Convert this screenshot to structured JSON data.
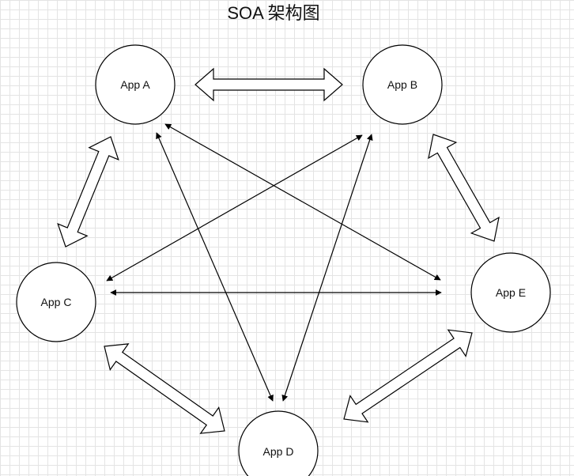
{
  "diagram": {
    "title": "SOA 架构图",
    "stroke_color": "#000000",
    "node_fill": "#ffffff",
    "nodes": [
      {
        "id": "a",
        "label": "App A"
      },
      {
        "id": "b",
        "label": "App B"
      },
      {
        "id": "c",
        "label": "App C"
      },
      {
        "id": "d",
        "label": "App D"
      },
      {
        "id": "e",
        "label": "App E"
      }
    ],
    "connections": [
      {
        "from": "a",
        "to": "b",
        "style": "hollow-double-arrow"
      },
      {
        "from": "b",
        "to": "e",
        "style": "hollow-double-arrow"
      },
      {
        "from": "a",
        "to": "c",
        "style": "hollow-double-arrow"
      },
      {
        "from": "c",
        "to": "d",
        "style": "hollow-double-arrow"
      },
      {
        "from": "d",
        "to": "e",
        "style": "hollow-double-arrow"
      },
      {
        "from": "a",
        "to": "d",
        "style": "thin-double-arrow"
      },
      {
        "from": "a",
        "to": "e",
        "style": "thin-double-arrow"
      },
      {
        "from": "b",
        "to": "c",
        "style": "thin-double-arrow"
      },
      {
        "from": "b",
        "to": "d",
        "style": "thin-double-arrow"
      },
      {
        "from": "c",
        "to": "e",
        "style": "thin-double-arrow"
      }
    ]
  }
}
